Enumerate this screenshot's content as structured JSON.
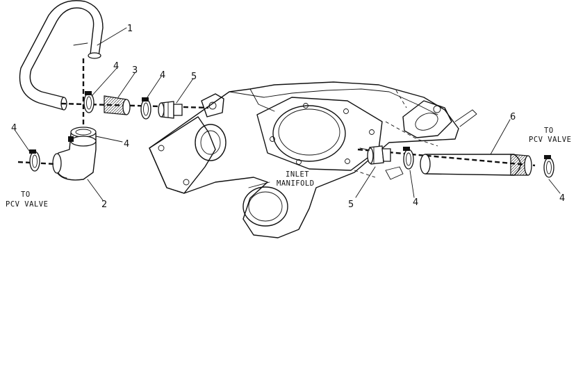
{
  "labels": {
    "item_1": "1",
    "item_2": "2",
    "item_3": "3",
    "item_4_top": "4",
    "item_4_mid": "4",
    "item_4_left": "4",
    "item_4_lower": "4",
    "item_5_top": "5",
    "item_6": "6",
    "item_5_bottom": "5",
    "item_4_right_a": "4",
    "item_4_right_b": "4"
  },
  "notes": {
    "to_left": "TO",
    "pcv_left": "PCV VALVE",
    "to_right": "TO",
    "pcv_right": "PCV VALVE",
    "inlet": "INLET",
    "manifold": "MANIFOLD"
  }
}
